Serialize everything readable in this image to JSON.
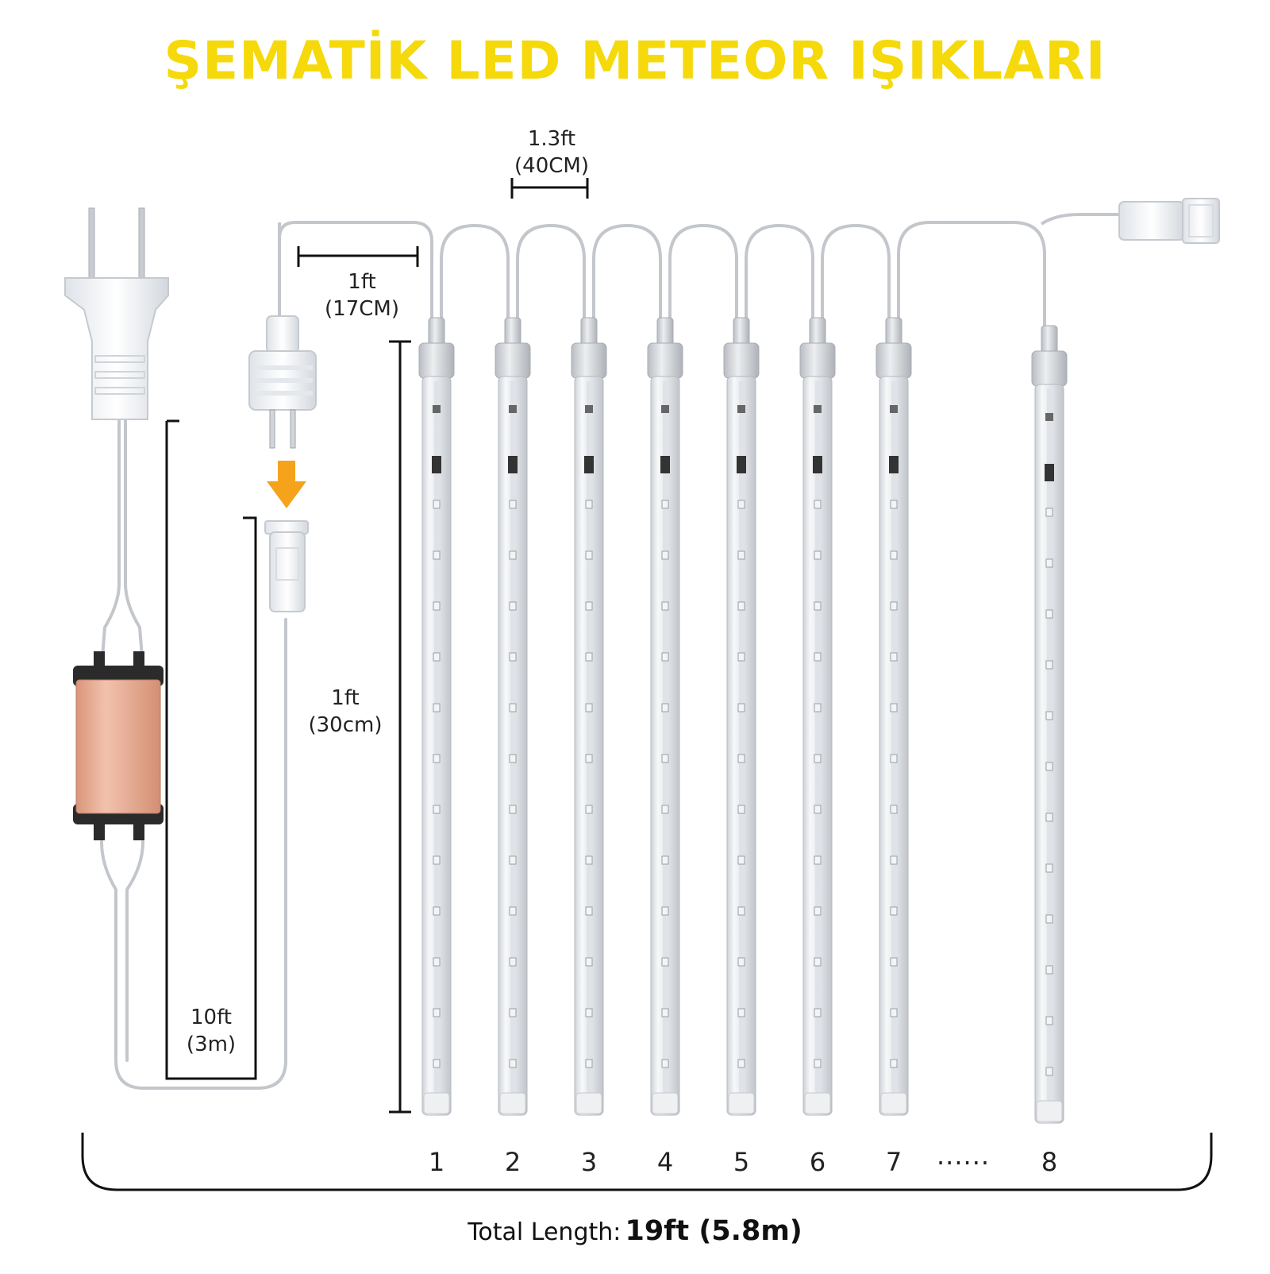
{
  "title": "ŞEMATİK LED METEOR IŞIKLARI",
  "dimensions": {
    "spacing": {
      "value": "1.3ft",
      "metric": "(40CM)"
    },
    "lead": {
      "value": "1ft",
      "metric": "(17CM)"
    },
    "tube_length": {
      "value": "1ft",
      "metric": "(30cm)"
    },
    "cable": {
      "value": "10ft",
      "metric": "(3m)"
    }
  },
  "tube_numbers": [
    "1",
    "2",
    "3",
    "4",
    "5",
    "6",
    "7",
    "8"
  ],
  "ellipsis": "......",
  "total": {
    "label": "Total Length:",
    "value": "19ft (5.8m)"
  },
  "colors": {
    "title": "#f5d90a",
    "arrow": "#f5a31a",
    "adapter": "#e9b39a"
  },
  "icons": [
    "plug-icon",
    "power-adapter-icon",
    "connector-icon",
    "arrow-down-icon",
    "end-cap-icon"
  ]
}
